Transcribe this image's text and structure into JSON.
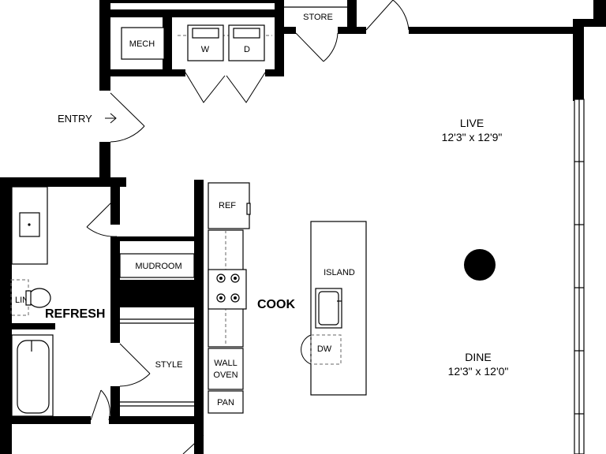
{
  "rooms": {
    "mech": "MECH",
    "store": "STORE",
    "washer": "W",
    "dryer": "D",
    "entry": "ENTRY",
    "live": "LIVE",
    "live_dim": "12'3\" x 12'9\"",
    "ref": "REF",
    "mudroom": "MUDROOM",
    "island": "ISLAND",
    "cook": "COOK",
    "lin": "LIN",
    "refresh": "REFRESH",
    "dw": "DW",
    "style": "STYLE",
    "wall_oven_1": "WALL",
    "wall_oven_2": "OVEN",
    "pan": "PAN",
    "dine": "DINE",
    "dine_dim": "12'3\" x 12'0\""
  },
  "icons": {
    "entry_arrow": "arrow-right-icon"
  }
}
